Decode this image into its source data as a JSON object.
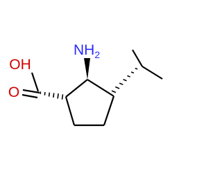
{
  "molecule": {
    "atoms": {
      "hydroxyl": {
        "element": "O",
        "label": "OH",
        "color": "#d10000"
      },
      "carbonyl_oxygen": {
        "element": "O",
        "label": "O",
        "color": "#d10000"
      },
      "amine": {
        "element": "N",
        "label": "NH",
        "subscript": "2",
        "color": "#2a2aff"
      }
    },
    "bonds": [
      {
        "from": "carboxyl_c",
        "to": "hydroxyl",
        "order": 1
      },
      {
        "from": "carboxyl_c",
        "to": "carbonyl_oxygen",
        "order": 2
      },
      {
        "from": "ring_c1",
        "to": "carboxyl_c",
        "order": 1,
        "stereo": "hash"
      },
      {
        "from": "ring_c1",
        "to": "ring_c2",
        "order": 1
      },
      {
        "from": "ring_c2",
        "to": "amine",
        "order": 1,
        "stereo": "wedge"
      },
      {
        "from": "ring_c2",
        "to": "ring_c3",
        "order": 1
      },
      {
        "from": "ring_c3",
        "to": "isopropyl_ch",
        "order": 1,
        "stereo": "hash"
      },
      {
        "from": "isopropyl_ch",
        "to": "methyl_1",
        "order": 1
      },
      {
        "from": "isopropyl_ch",
        "to": "methyl_2",
        "order": 1
      },
      {
        "from": "ring_c3",
        "to": "ring_c4",
        "order": 1
      },
      {
        "from": "ring_c4",
        "to": "ring_c5",
        "order": 1
      },
      {
        "from": "ring_c5",
        "to": "ring_c1",
        "order": 1
      }
    ],
    "colors": {
      "bond": "#000000",
      "oxygen": "#d10000",
      "nitrogen": "#2a2aff"
    }
  }
}
